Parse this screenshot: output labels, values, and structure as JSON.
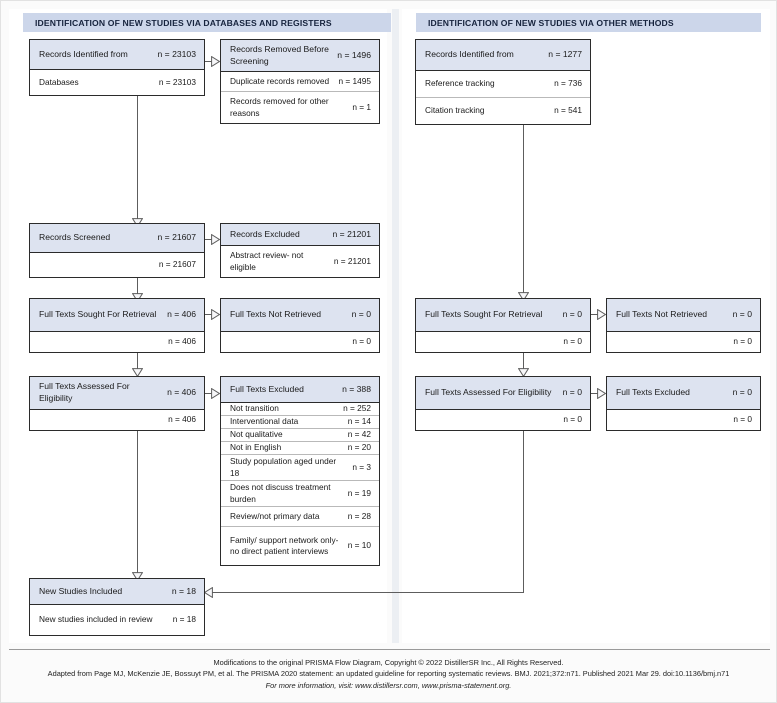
{
  "diagram": {
    "title": "PRISMA 2020 Flow Diagram",
    "accent_header_bg": "#ccd6ea",
    "box_head_bg": "#dde3f0",
    "border_color": "#2b2b2b"
  },
  "columns": {
    "left": {
      "header": "IDENTIFICATION OF NEW STUDIES VIA DATABASES AND REGISTERS",
      "boxes": {
        "records_identified": {
          "head_label": "Records Identified from",
          "head_n": "n = 23103",
          "rows": [
            {
              "label": "Databases",
              "n": "n = 23103"
            }
          ]
        },
        "records_removed": {
          "head_label": "Records Removed Before Screening",
          "head_n": "n = 1496",
          "rows": [
            {
              "label": "Duplicate records removed",
              "n": "n = 1495"
            },
            {
              "label": "Records removed for other reasons",
              "n": "n = 1"
            }
          ]
        },
        "records_screened": {
          "head_label": "Records Screened",
          "head_n": "n = 21607",
          "rows": [
            {
              "label": "",
              "n": "n = 21607"
            }
          ]
        },
        "records_excluded": {
          "head_label": "Records Excluded",
          "head_n": "n = 21201",
          "rows": [
            {
              "label": "Abstract review- not eligible",
              "n": "n = 21201"
            }
          ]
        },
        "full_texts_sought": {
          "head_label": "Full Texts Sought For Retrieval",
          "head_n": "n = 406",
          "rows": [
            {
              "label": "",
              "n": "n = 406"
            }
          ]
        },
        "full_texts_not_retrieved": {
          "head_label": "Full Texts Not Retrieved",
          "head_n": "n = 0",
          "rows": [
            {
              "label": "",
              "n": "n = 0"
            }
          ]
        },
        "full_texts_assessed": {
          "head_label": "Full Texts Assessed For Eligibility",
          "head_n": "n = 406",
          "rows": [
            {
              "label": "",
              "n": "n = 406"
            }
          ]
        },
        "full_texts_excluded": {
          "head_label": "Full Texts Excluded",
          "head_n": "n = 388",
          "rows": [
            {
              "label": "Not transition",
              "n": "n = 252"
            },
            {
              "label": "Interventional data",
              "n": "n = 14"
            },
            {
              "label": "Not qualitative",
              "n": "n = 42"
            },
            {
              "label": "Not in English",
              "n": "n = 20"
            },
            {
              "label": "Study population aged under 18",
              "n": "n = 3"
            },
            {
              "label": "Does not discuss treatment burden",
              "n": "n = 19"
            },
            {
              "label": "Review/not primary data",
              "n": "n = 28"
            },
            {
              "label": "Family/ support network only- no direct patient interviews",
              "n": "n = 10"
            }
          ]
        },
        "new_studies_included": {
          "head_label": "New Studies Included",
          "head_n": "n = 18",
          "rows": [
            {
              "label": "New studies included in review",
              "n": "n = 18"
            }
          ]
        }
      }
    },
    "right": {
      "header": "IDENTIFICATION OF NEW STUDIES VIA OTHER METHODS",
      "boxes": {
        "records_identified": {
          "head_label": "Records Identified from",
          "head_n": "n = 1277",
          "rows": [
            {
              "label": "Reference tracking",
              "n": "n = 736"
            },
            {
              "label": "Citation tracking",
              "n": "n = 541"
            }
          ]
        },
        "full_texts_sought": {
          "head_label": "Full Texts Sought For Retrieval",
          "head_n": "n = 0",
          "rows": [
            {
              "label": "",
              "n": "n = 0"
            }
          ]
        },
        "full_texts_not_retrieved": {
          "head_label": "Full Texts Not Retrieved",
          "head_n": "n = 0",
          "rows": [
            {
              "label": "",
              "n": "n = 0"
            }
          ]
        },
        "full_texts_assessed": {
          "head_label": "Full Texts Assessed For Eligibility",
          "head_n": "n = 0",
          "rows": [
            {
              "label": "",
              "n": "n = 0"
            }
          ]
        },
        "full_texts_excluded": {
          "head_label": "Full Texts Excluded",
          "head_n": "n = 0",
          "rows": [
            {
              "label": "",
              "n": "n = 0"
            }
          ]
        }
      }
    }
  },
  "footer": {
    "line1": "Modifications to the original PRISMA Flow Diagram, Copyright © 2022 DistillerSR Inc., All Rights Reserved.",
    "line2": "Adapted from Page MJ, McKenzie JE, Bossuyt PM, et al. The PRISMA 2020 statement: an updated guideline for reporting systematic reviews. BMJ. 2021;372:n71. Published 2021 Mar 29. doi:10.1136/bmj.n71",
    "line3": "For more information, visit: www.distillersr.com, www.prisma-statement.org."
  }
}
